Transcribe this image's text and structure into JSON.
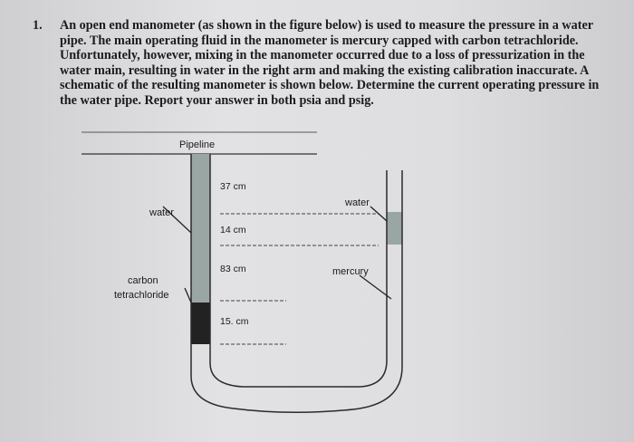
{
  "problem": {
    "number": "1.",
    "text": "An open end manometer (as shown in the figure below) is used to measure the pressure in a water pipe. The main operating fluid in the manometer is mercury capped with carbon tetrachloride. Unfortunately, however, mixing in the manometer occurred due to a loss of pressurization in the water main, resulting in water in the right arm and making the existing calibration inaccurate. A schematic of the resulting manometer is shown below. Determine the current operating pressure in the water pipe. Report your answer in both psia and psig."
  },
  "diagram": {
    "pipeline_label": "Pipeline",
    "water_left_label": "water",
    "water_right_label": "water",
    "carbon_label_line1": "carbon",
    "carbon_label_line2": "tetrachloride",
    "mercury_label": "mercury",
    "dimensions": [
      "37 cm",
      "14 cm",
      "83 cm",
      "15. cm"
    ],
    "colors": {
      "water": "#9aa6a4",
      "carbon_tetrachloride": "#222222",
      "glass_outline": "#2a2a2a"
    }
  }
}
